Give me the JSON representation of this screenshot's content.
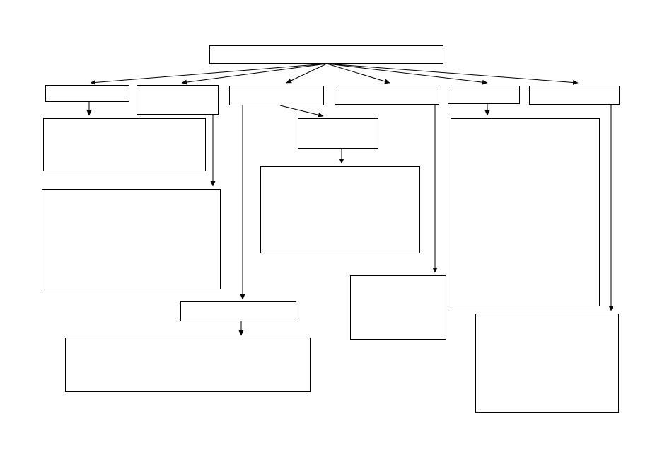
{
  "diagram": {
    "colors": {
      "stroke": "#000000",
      "fill": "#ffffff",
      "background": "#ffffff"
    },
    "boxes": [
      {
        "id": "root",
        "text": ""
      },
      {
        "id": "cat-1",
        "text": ""
      },
      {
        "id": "cat-2",
        "text": ""
      },
      {
        "id": "cat-3",
        "text": ""
      },
      {
        "id": "cat-4",
        "text": ""
      },
      {
        "id": "cat-5",
        "text": ""
      },
      {
        "id": "cat-6",
        "text": ""
      },
      {
        "id": "cat-1-detail",
        "text": ""
      },
      {
        "id": "cat-2-detail",
        "text": ""
      },
      {
        "id": "cat-3-sub",
        "text": ""
      },
      {
        "id": "cat-3-sub-detail",
        "text": ""
      },
      {
        "id": "cat-3-lower",
        "text": ""
      },
      {
        "id": "cat-3-lower-detail",
        "text": ""
      },
      {
        "id": "cat-4-detail",
        "text": ""
      },
      {
        "id": "cat-5-detail",
        "text": ""
      },
      {
        "id": "cat-6-detail",
        "text": ""
      }
    ],
    "connections": [
      {
        "from": "root",
        "to": "cat-1"
      },
      {
        "from": "root",
        "to": "cat-2"
      },
      {
        "from": "root",
        "to": "cat-3"
      },
      {
        "from": "root",
        "to": "cat-4"
      },
      {
        "from": "root",
        "to": "cat-5"
      },
      {
        "from": "root",
        "to": "cat-6"
      },
      {
        "from": "cat-1",
        "to": "cat-1-detail"
      },
      {
        "from": "cat-2",
        "to": "cat-2-detail"
      },
      {
        "from": "cat-3",
        "to": "cat-3-sub"
      },
      {
        "from": "cat-3-sub",
        "to": "cat-3-sub-detail"
      },
      {
        "from": "cat-3",
        "to": "cat-3-lower"
      },
      {
        "from": "cat-3-lower",
        "to": "cat-3-lower-detail"
      },
      {
        "from": "cat-4",
        "to": "cat-4-detail"
      },
      {
        "from": "cat-5",
        "to": "cat-5-detail"
      },
      {
        "from": "cat-6",
        "to": "cat-6-detail"
      }
    ]
  }
}
